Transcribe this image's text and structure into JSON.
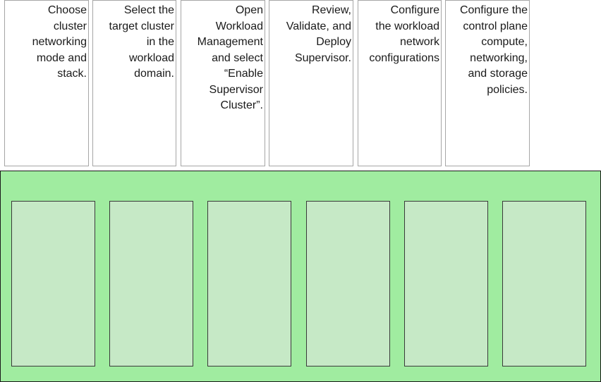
{
  "colors": {
    "drop_area_fill": "#a0eca0",
    "drop_slot_fill": "#c6e9c6",
    "card_fill": "#ffffff"
  },
  "steps": [
    {
      "label": "Choose\ncluster\nnetworking\nmode and\nstack."
    },
    {
      "label": "Select the\ntarget cluster\nin the\nworkload\ndomain."
    },
    {
      "label": "Open\nWorkload\nManagement\nand select\n“Enable\nSupervisor\nCluster”."
    },
    {
      "label": "Review,\nValidate, and\nDeploy\nSupervisor."
    },
    {
      "label": "Configure\nthe workload\nnetwork\nconfigurations"
    },
    {
      "label": "Configure the\ncontrol plane\ncompute,\nnetworking,\nand storage\npolicies."
    }
  ]
}
